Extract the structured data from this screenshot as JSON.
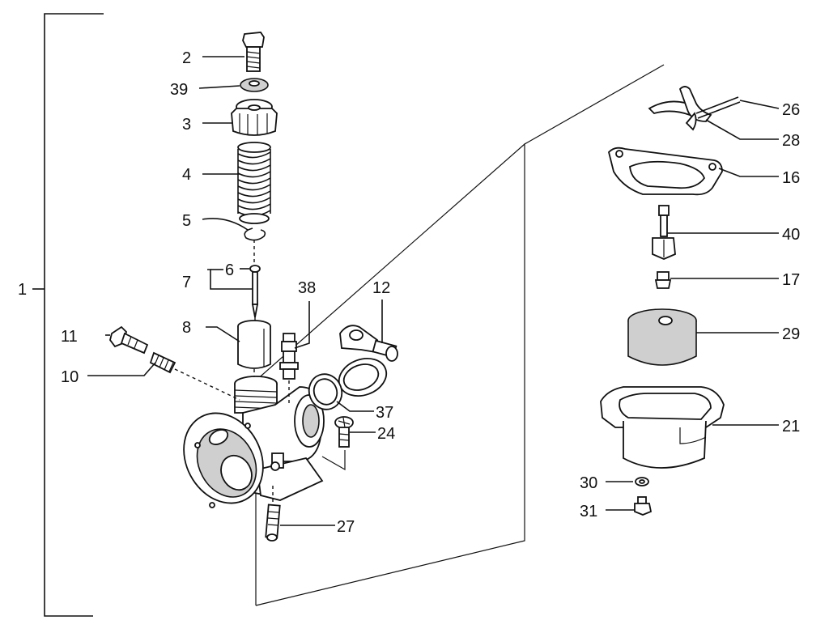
{
  "diagram": {
    "labels": {
      "l1": "1",
      "l2": "2",
      "l39": "39",
      "l3": "3",
      "l4": "4",
      "l5": "5",
      "l6": "6",
      "l7": "7",
      "l8": "8",
      "l38": "38",
      "l12": "12",
      "l11": "11",
      "l10": "10",
      "l37": "37",
      "l24": "24",
      "l27": "27",
      "l26": "26",
      "l28": "28",
      "l16": "16",
      "l40": "40",
      "l17": "17",
      "l29": "29",
      "l21": "21",
      "l30": "30",
      "l31": "31"
    }
  }
}
